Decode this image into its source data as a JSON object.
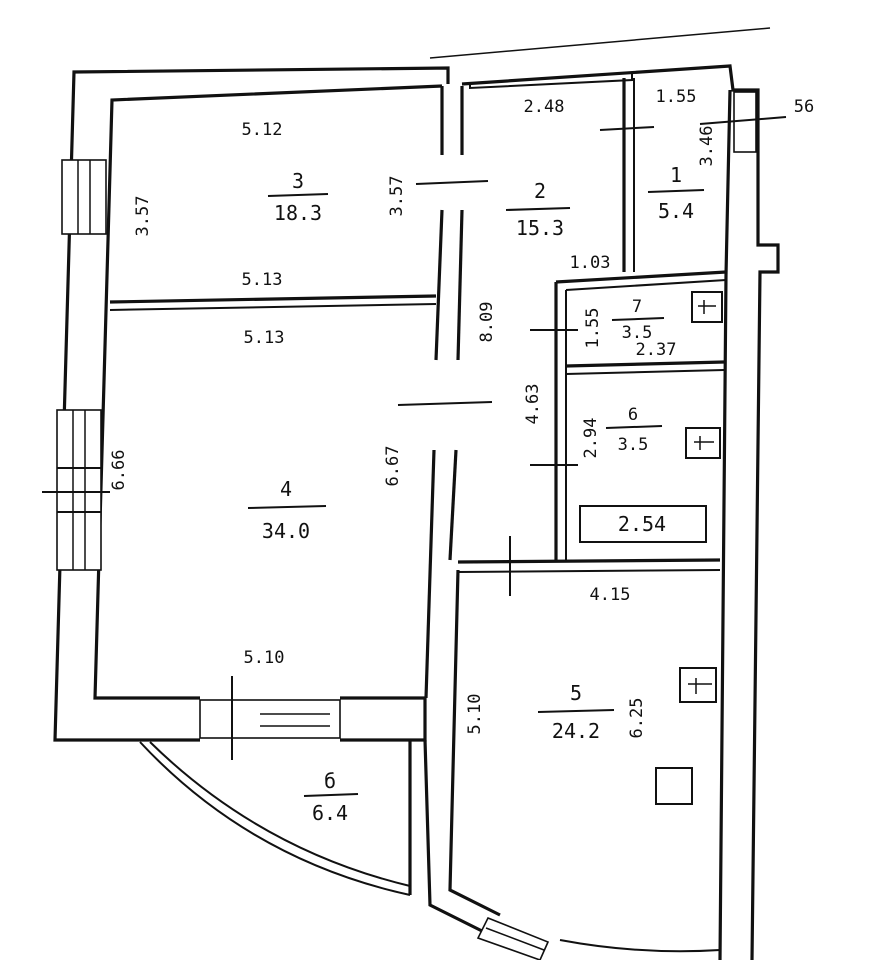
{
  "rooms": [
    {
      "number": "3",
      "area": "18.3"
    },
    {
      "number": "2",
      "area": "15.3"
    },
    {
      "number": "1",
      "area": "5.4"
    },
    {
      "number": "7",
      "area": "3.5"
    },
    {
      "number": "6",
      "area": "3.5"
    },
    {
      "number": "4",
      "area": "34.0"
    },
    {
      "number": "5",
      "area": "24.2"
    },
    {
      "number": "б",
      "area": "6.4"
    }
  ],
  "dimensions": {
    "room3_top": "5.12",
    "room3_left": "3.57",
    "room3_right": "3.57",
    "room3_bottom": "5.13",
    "room4_top": "5.13",
    "room4_left": "6.66",
    "room4_right": "6.67",
    "room4_bottom": "5.10",
    "room2_top": "2.48",
    "room2_bottom": "1.03",
    "room1_top": "1.55",
    "room1_right": "3.46",
    "corridor_upper": "8.09",
    "corridor_lower": "4.63",
    "room7_left": "1.55",
    "room7_bottom": "2.37",
    "room6_left": "2.94",
    "room6_inner": "2.54",
    "room5_top": "4.15",
    "room5_left": "5.10",
    "room5_right": "6.25",
    "wall_thickness": "56"
  }
}
